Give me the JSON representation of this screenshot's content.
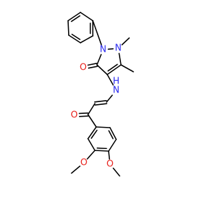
{
  "molecule": {
    "atom_colors": {
      "C": "#000000",
      "N": "#2a2aee",
      "O": "#e8211c"
    },
    "atoms": [
      {
        "id": "c_ph1",
        "el": "C"
      },
      {
        "id": "c_ph2",
        "el": "C"
      },
      {
        "id": "c_ph3",
        "el": "C"
      },
      {
        "id": "c_ph4",
        "el": "C"
      },
      {
        "id": "c_ph5",
        "el": "C"
      },
      {
        "id": "c_ph6",
        "el": "C"
      },
      {
        "id": "n1",
        "el": "N",
        "label": "N"
      },
      {
        "id": "n2",
        "el": "N",
        "label": "N"
      },
      {
        "id": "c_me1",
        "el": "C"
      },
      {
        "id": "c3",
        "el": "C"
      },
      {
        "id": "c_me2",
        "el": "C"
      },
      {
        "id": "c4",
        "el": "C"
      },
      {
        "id": "c5",
        "el": "C"
      },
      {
        "id": "o1",
        "el": "O",
        "label": "O"
      },
      {
        "id": "nh",
        "el": "N",
        "label": "H\nN"
      },
      {
        "id": "c_v1",
        "el": "C"
      },
      {
        "id": "c_v2",
        "el": "C"
      },
      {
        "id": "c_co",
        "el": "C"
      },
      {
        "id": "o2",
        "el": "O",
        "label": "O"
      },
      {
        "id": "c_ar1",
        "el": "C"
      },
      {
        "id": "c_ar2",
        "el": "C"
      },
      {
        "id": "c_ar3",
        "el": "C"
      },
      {
        "id": "c_ar4",
        "el": "C"
      },
      {
        "id": "c_ar5",
        "el": "C"
      },
      {
        "id": "c_ar6",
        "el": "C"
      },
      {
        "id": "o3",
        "el": "O",
        "label": "O"
      },
      {
        "id": "c_ome3",
        "el": "C"
      },
      {
        "id": "o4",
        "el": "O",
        "label": "O"
      },
      {
        "id": "c_ome4",
        "el": "C"
      }
    ],
    "bonds": [
      {
        "a": "c_ph1",
        "b": "c_ph2",
        "order": 2
      },
      {
        "a": "c_ph2",
        "b": "c_ph3",
        "order": 1
      },
      {
        "a": "c_ph3",
        "b": "c_ph4",
        "order": 2
      },
      {
        "a": "c_ph4",
        "b": "c_ph5",
        "order": 1
      },
      {
        "a": "c_ph5",
        "b": "c_ph6",
        "order": 2
      },
      {
        "a": "c_ph6",
        "b": "c_ph1",
        "order": 1
      },
      {
        "a": "c_ph6",
        "b": "n1",
        "order": 1
      },
      {
        "a": "n1",
        "b": "n2",
        "order": 1
      },
      {
        "a": "n1",
        "b": "c5",
        "order": 1
      },
      {
        "a": "n2",
        "b": "c_me1",
        "order": 1
      },
      {
        "a": "n2",
        "b": "c3",
        "order": 1
      },
      {
        "a": "c3",
        "b": "c_me2",
        "order": 1
      },
      {
        "a": "c3",
        "b": "c4",
        "order": 2
      },
      {
        "a": "c4",
        "b": "c5",
        "order": 1
      },
      {
        "a": "c5",
        "b": "o1",
        "order": 2
      },
      {
        "a": "c4",
        "b": "nh",
        "order": 1
      },
      {
        "a": "nh",
        "b": "c_v1",
        "order": 1
      },
      {
        "a": "c_v1",
        "b": "c_v2",
        "order": 2
      },
      {
        "a": "c_v2",
        "b": "c_co",
        "order": 1
      },
      {
        "a": "c_co",
        "b": "o2",
        "order": 2
      },
      {
        "a": "c_co",
        "b": "c_ar1",
        "order": 1
      },
      {
        "a": "c_ar1",
        "b": "c_ar2",
        "order": 2
      },
      {
        "a": "c_ar2",
        "b": "c_ar3",
        "order": 1
      },
      {
        "a": "c_ar3",
        "b": "c_ar4",
        "order": 2
      },
      {
        "a": "c_ar4",
        "b": "c_ar5",
        "order": 1
      },
      {
        "a": "c_ar5",
        "b": "c_ar6",
        "order": 2
      },
      {
        "a": "c_ar6",
        "b": "c_ar1",
        "order": 1
      },
      {
        "a": "c_ar3",
        "b": "o3",
        "order": 1
      },
      {
        "a": "o3",
        "b": "c_ome3",
        "order": 1
      },
      {
        "a": "c_ar4",
        "b": "o4",
        "order": 1
      },
      {
        "a": "o4",
        "b": "c_ome4",
        "order": 1
      }
    ]
  }
}
